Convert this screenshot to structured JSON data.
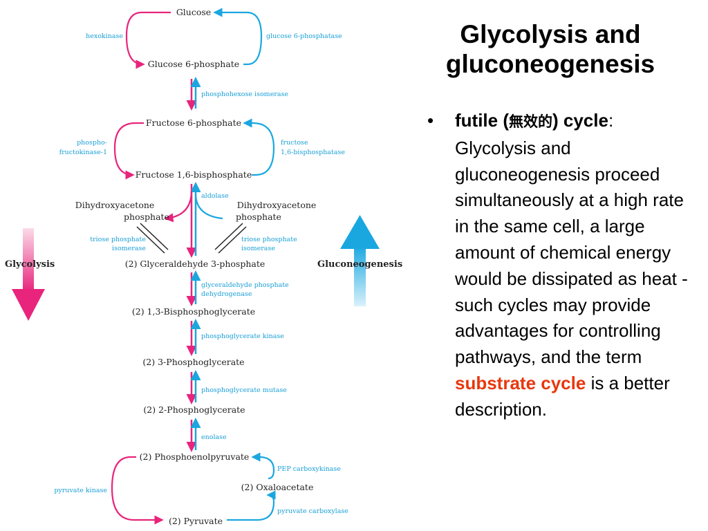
{
  "title": "Glycolysis and gluconeogenesis",
  "bullet": {
    "term_pre": "futile (",
    "term_cjk": "無效的",
    "term_post": ") cycle",
    "colon": ":",
    "text": "Glycolysis and gluconeogenesis proceed simultaneously at a high rate in the same cell, a large amount of chemical energy would be dissipated as heat - such cycles may provide advantages for controlling pathways, and the term",
    "highlight": "substrate cycle",
    "text_end": "is a better description."
  },
  "diagram": {
    "metabolites": {
      "glucose": "Glucose",
      "g6p": "Glucose 6-phosphate",
      "f6p": "Fructose 6-phosphate",
      "f16bp": "Fructose 1,6-bisphosphate",
      "dhap_left_1": "Dihydroxyacetone",
      "dhap_left_2": "phosphate",
      "dhap_right_1": "Dihydroxyacetone",
      "dhap_right_2": "phosphate",
      "g3p": "(2) Glyceraldehyde 3-phosphate",
      "bpg": "(2) 1,3-Bisphosphoglycerate",
      "pg3": "(2) 3-Phosphoglycerate",
      "pg2": "(2) 2-Phosphoglycerate",
      "pep": "(2) Phosphoenolpyruvate",
      "oaa": "(2) Oxaloacetate",
      "pyruvate": "(2) Pyruvate"
    },
    "enzymes": {
      "hexokinase": "hexokinase",
      "g6pase": "glucose 6-phosphatase",
      "phi": "phosphohexose isomerase",
      "pfk_1": "phospho-",
      "pfk_2": "fructokinase-1",
      "fbpase_1": "fructose",
      "fbpase_2": "1,6-bisphosphatase",
      "aldolase": "aldolase",
      "tpi_left_1": "triose phosphate",
      "tpi_left_2": "isomerase",
      "tpi_right_1": "triose phosphate",
      "tpi_right_2": "isomerase",
      "gapdh_1": "glyceraldehyde phosphate",
      "gapdh_2": "dehydrogenase",
      "pgk": "phosphoglycerate kinase",
      "pgm": "phosphoglycerate mutase",
      "enolase": "enolase",
      "pepck": "PEP carboxykinase",
      "pk": "pyruvate kinase",
      "pc": "pyruvate carboxylase"
    },
    "side_labels": {
      "glycolysis": "Glycolysis",
      "gluconeogenesis": "Gluconeogenesis"
    }
  },
  "colors": {
    "glycolysis": "#e8247c",
    "gluconeogenesis": "#1aa7e0",
    "highlight": "#e8380d"
  }
}
